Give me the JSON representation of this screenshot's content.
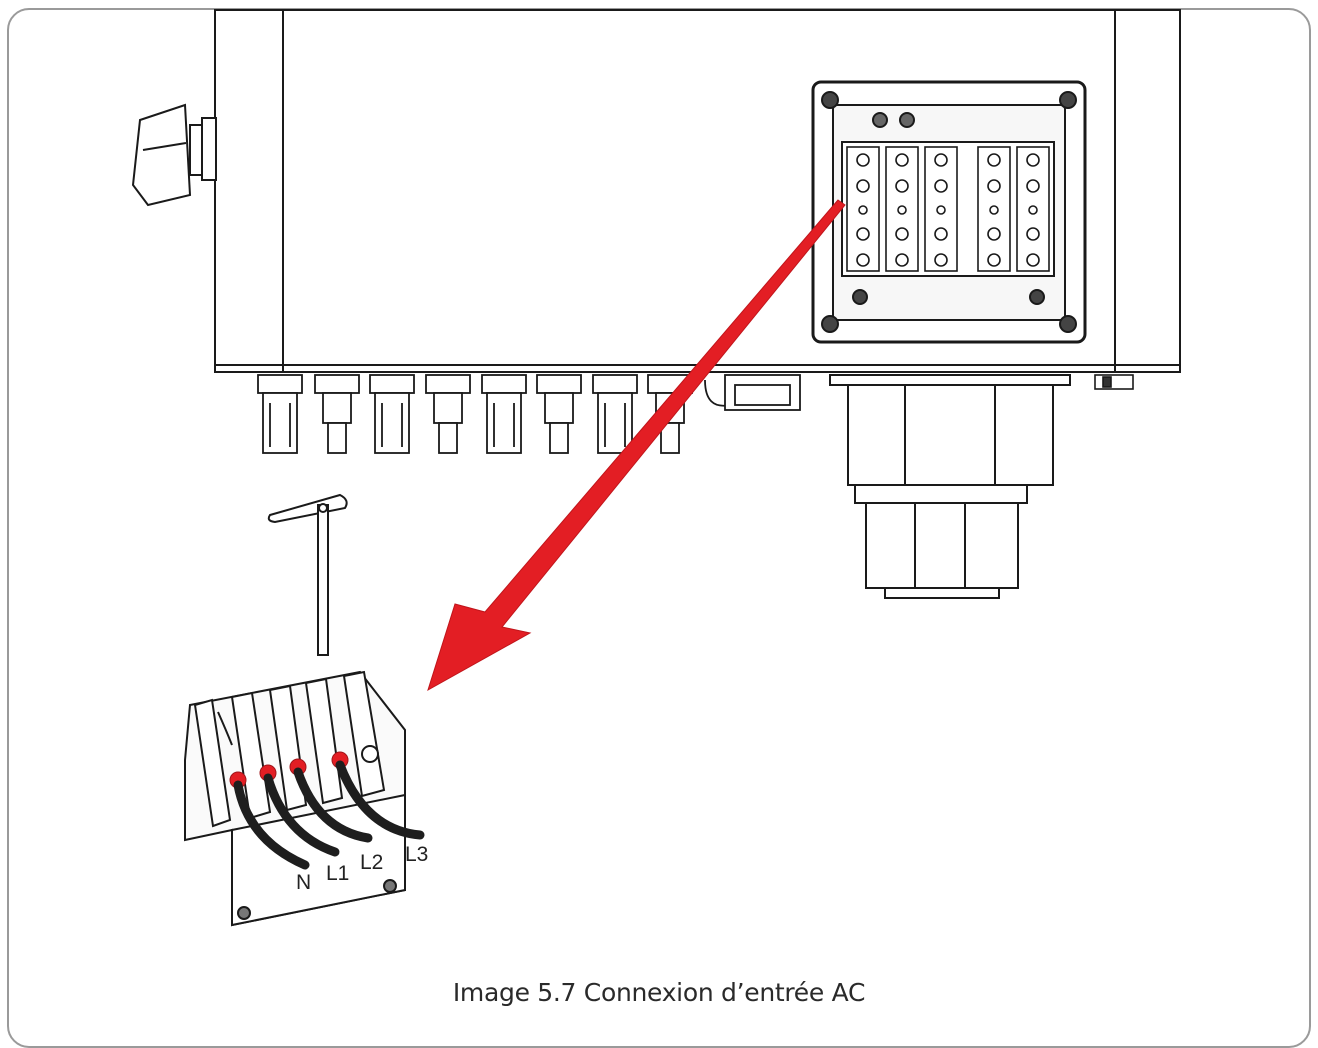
{
  "figure": {
    "caption": "Image 5.7 Connexion d’entrée AC",
    "wire_labels": {
      "n": "N",
      "l1": "L1",
      "l2": "L2",
      "l3": "L3"
    },
    "colors": {
      "arrow": "#e31e24",
      "line": "#1a1a1a",
      "terminal_dot": "#e31e24",
      "frame": "#9a9a9a"
    }
  }
}
